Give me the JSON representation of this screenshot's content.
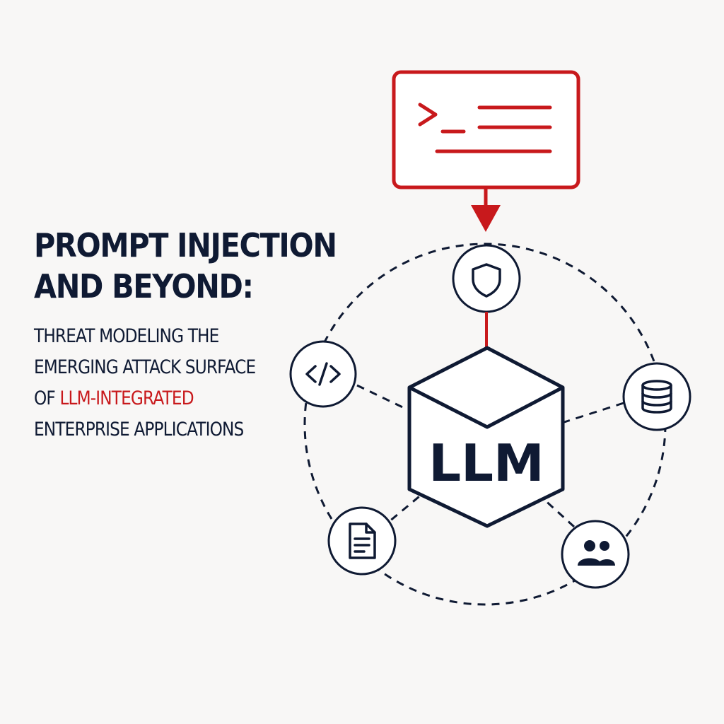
{
  "title": {
    "line1": "PROMPT INJECTION",
    "line2": "AND BEYOND:"
  },
  "subtitle": {
    "line1": "THREAT MODELING THE",
    "line2": "EMERGING ATTACK SURFACE",
    "line3_prefix": "OF ",
    "line3_highlight": "LLM-INTEGRATED",
    "line4": "ENTERPRISE APPLICATIONS"
  },
  "diagram": {
    "center_label": "LLM",
    "nodes": [
      {
        "icon": "shield-icon"
      },
      {
        "icon": "code-icon"
      },
      {
        "icon": "database-icon"
      },
      {
        "icon": "document-icon"
      },
      {
        "icon": "users-icon"
      }
    ],
    "injected_prompt_icon": "terminal-prompt-icon"
  },
  "colors": {
    "navy": "#0f1a33",
    "accent_red": "#c8191c",
    "background": "#f8f7f6"
  }
}
